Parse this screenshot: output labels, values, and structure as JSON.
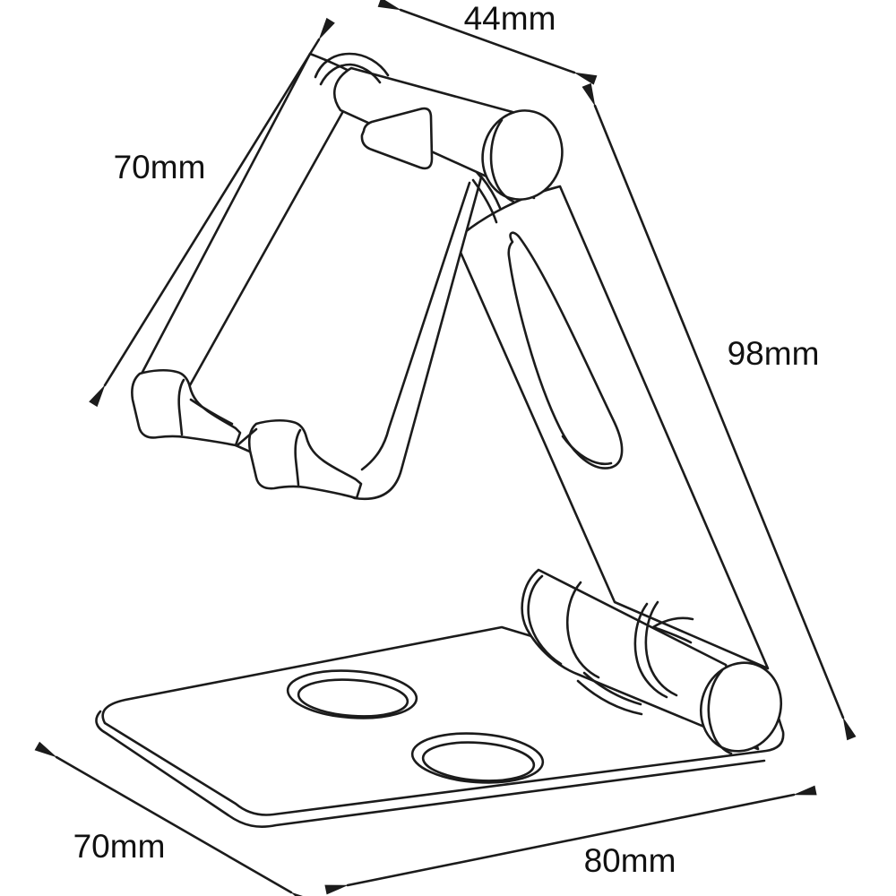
{
  "diagram": {
    "subject": "foldable-phone-stand-line-drawing",
    "dimensions": {
      "top": "44mm",
      "upper_left": "70mm",
      "right": "98mm",
      "lower_left": "70mm",
      "bottom": "80mm"
    }
  },
  "colors": {
    "line": "#1b1b1b",
    "text": "#111111",
    "background": "#ffffff"
  }
}
